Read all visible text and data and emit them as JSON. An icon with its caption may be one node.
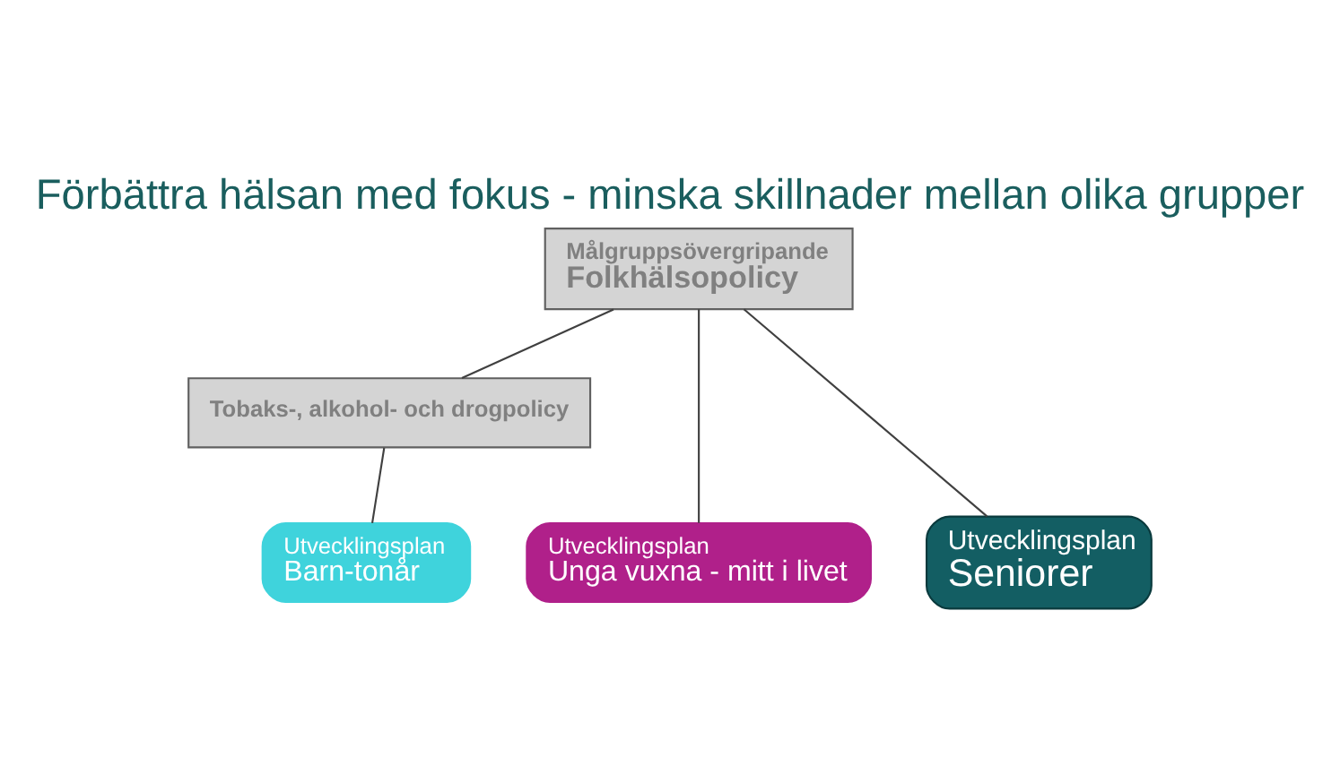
{
  "diagram": {
    "title": "Förbättra hälsan med fokus - minska skillnader mellan olika grupper",
    "nodes": [
      {
        "text": [
          "Målgruppsövergripande",
          "Folkhälsopolicy"
        ]
      },
      {
        "text": [
          "Tobaks-, alkohol- och drogpolicy"
        ]
      },
      {
        "text": [
          "Utvecklingsplan",
          "Barn-tonår"
        ]
      },
      {
        "text": [
          "Utvecklingsplan",
          "Unga vuxna - mitt i livet"
        ]
      },
      {
        "text": [
          "Utvecklingsplan",
          "Seniorer"
        ]
      }
    ],
    "edges": [
      {
        "from": 0,
        "to": 1,
        "arrow": "none"
      },
      {
        "from": 1,
        "to": 2,
        "arrow": "none"
      },
      {
        "from": 0,
        "to": 3,
        "arrow": "none"
      },
      {
        "from": 0,
        "to": 4,
        "arrow": "none"
      }
    ]
  }
}
